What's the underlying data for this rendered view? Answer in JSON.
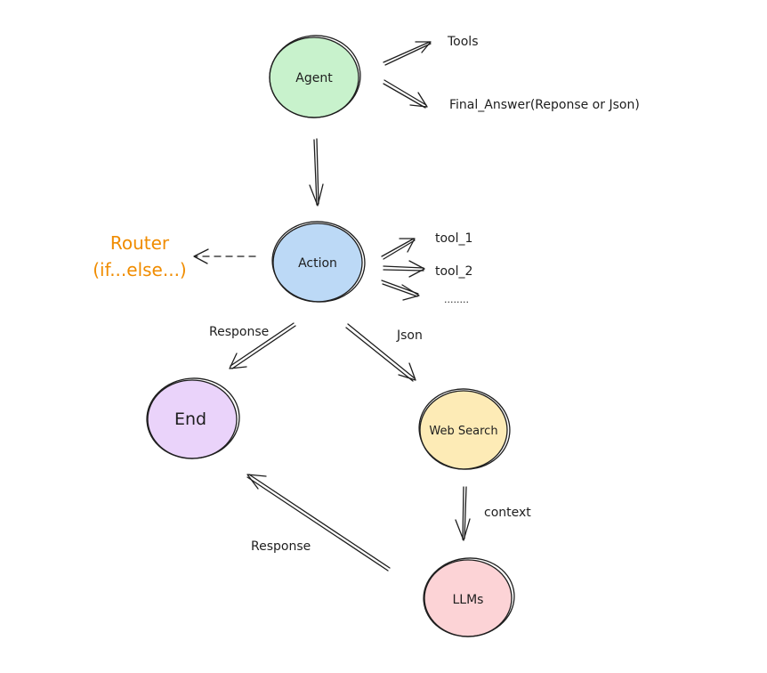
{
  "colors": {
    "ink": "#1e1e1e",
    "router": "#f08c00",
    "agent_fill": "#c8f2cc",
    "action_fill": "#bcd9f6",
    "end_fill": "#ead3fa",
    "websearch_fill": "#fdebb6",
    "llms_fill": "#fcd3d6"
  },
  "nodes": {
    "agent": {
      "label": "Agent"
    },
    "action": {
      "label": "Action"
    },
    "end": {
      "label": "End"
    },
    "web_search": {
      "label": "Web Search"
    },
    "llms": {
      "label": "LLMs"
    }
  },
  "labels": {
    "tools": "Tools",
    "final_answer": "Final_Answer(Reponse or Json)",
    "router_line1": "Router",
    "router_line2": "(if...else...)",
    "tool_1": "tool_1",
    "tool_2": "tool_2",
    "tool_more": "........",
    "response_action_end": "Response",
    "json": "Json",
    "context": "context",
    "response_llms_end": "Response"
  }
}
